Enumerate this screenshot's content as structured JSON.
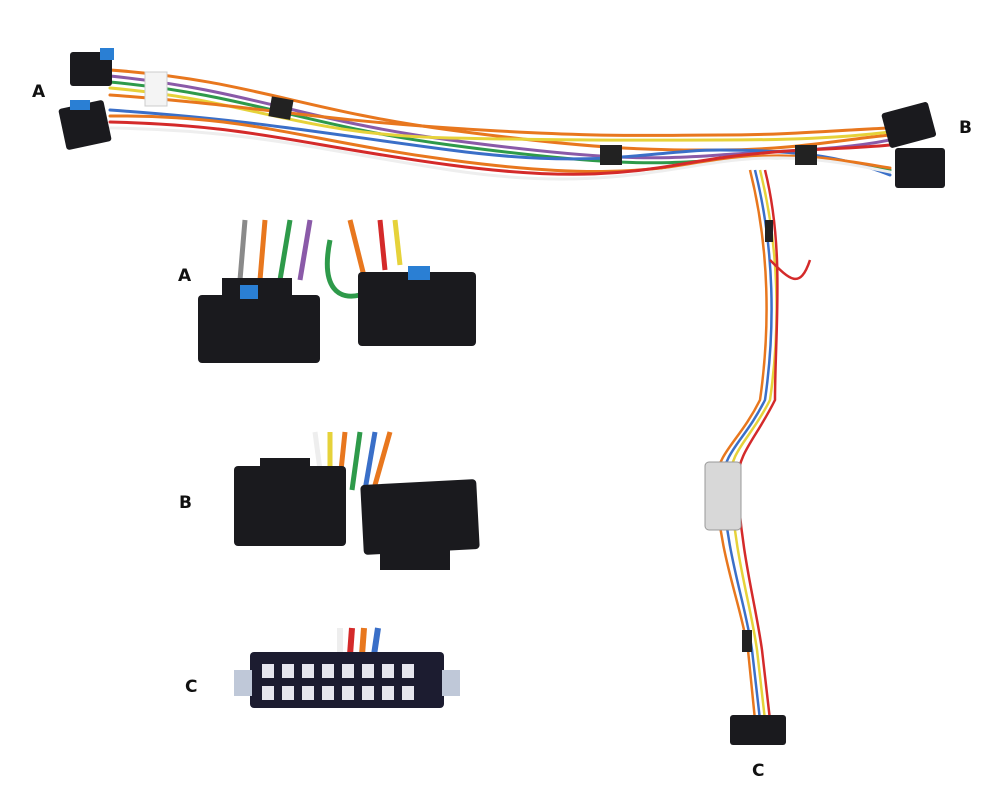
{
  "labels": {
    "harness_a": "A",
    "harness_b": "B",
    "detail_a": "A",
    "detail_b": "B",
    "detail_c": "C",
    "harness_c": "C"
  },
  "colors": {
    "connector": "#1a1a1e",
    "latch_blue": "#2a7fd4",
    "wire_orange": "#e8771e",
    "wire_purple": "#8a5aa8",
    "wire_green": "#2e9a4a",
    "wire_blue": "#3a6fc8",
    "wire_red": "#d42a2a",
    "wire_yellow": "#e6d23a",
    "wire_gray": "#8a8a8a",
    "wire_white": "#eeeeee",
    "tape": "#222222"
  }
}
